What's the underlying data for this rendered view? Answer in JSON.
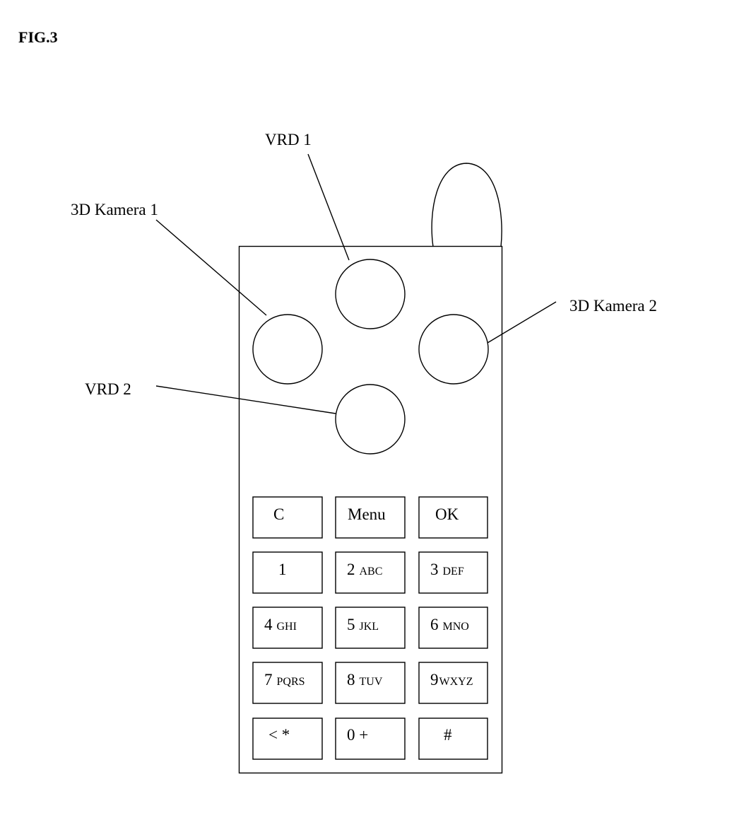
{
  "figure": {
    "title": "FIG.3"
  },
  "labels": {
    "vrd1": "VRD 1",
    "vrd2": "VRD 2",
    "camera1": "3D Kamera 1",
    "camera2": "3D Kamera 2"
  },
  "keypad": {
    "row1": {
      "c": "C",
      "menu": "Menu",
      "ok": "OK"
    },
    "row2": {
      "k1": "1",
      "k2": "2",
      "k2_sub": "ABC",
      "k3": "3",
      "k3_sub": "DEF"
    },
    "row3": {
      "k4": "4",
      "k4_sub": "GHI",
      "k5": "5",
      "k5_sub": "JKL",
      "k6": "6",
      "k6_sub": "MNO"
    },
    "row4": {
      "k7": "7",
      "k7_sub": "PQRS",
      "k8": "8",
      "k8_sub": "TUV",
      "k9": "9",
      "k9_sub": "WXYZ"
    },
    "row5": {
      "star": "< *",
      "zero": "0 +",
      "hash": "#"
    }
  }
}
